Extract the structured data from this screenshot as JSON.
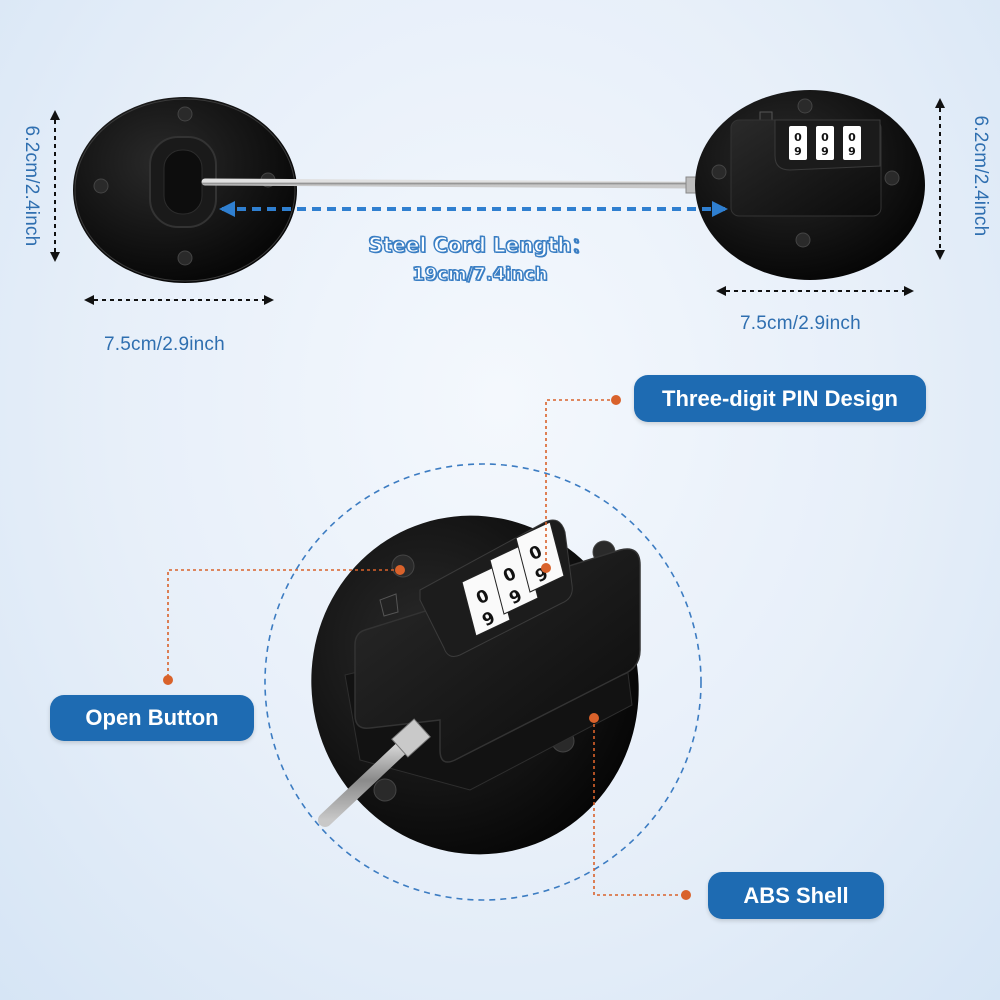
{
  "dimensions": {
    "left_height": "6.2cm/2.4inch",
    "right_height": "6.2cm/2.4inch",
    "left_width": "7.5cm/2.9inch",
    "right_width": "7.5cm/2.9inch"
  },
  "cord": {
    "title": "Steel Cord Length：",
    "length": "19cm/7.4inch"
  },
  "callouts": {
    "pin": "Three-digit PIN Design",
    "open_button": "Open Button",
    "shell": "ABS Shell"
  },
  "colors": {
    "accent": "#1e6bb2",
    "dimension_text": "#2f6fb0",
    "leader_line": "#d9622b",
    "dashed_arrow": "#2f7fd0",
    "lock_body": "#151515"
  },
  "icons": [
    "lock-mount-icon",
    "combination-lock-icon",
    "steel-cable-icon",
    "dimension-arrow-icon"
  ]
}
